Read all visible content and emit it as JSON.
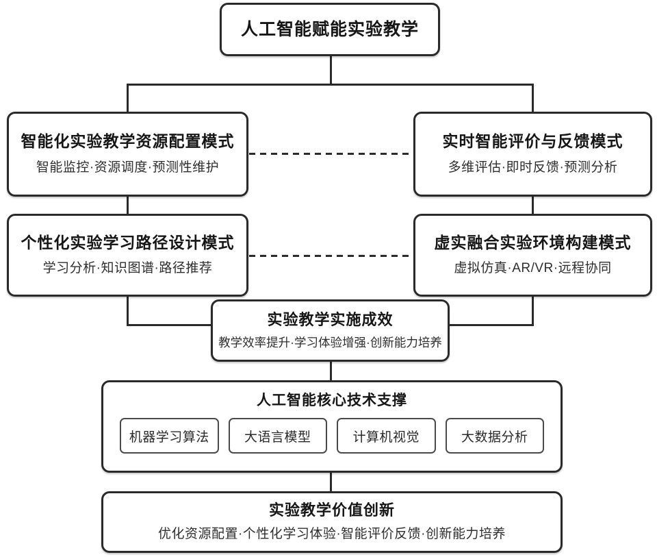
{
  "colors": {
    "line": "#2a2a2a",
    "border": "#2a2a2a",
    "chip_border": "#4a4a4a",
    "title_text": "#161616",
    "subtitle_text": "#2e2e2e",
    "background": "#ffffff"
  },
  "root": {
    "title": "人工智能赋能实验教学"
  },
  "modes": [
    {
      "title": "智能化实验教学资源配置模式",
      "subtitle": "智能监控·资源调度·预测性维护"
    },
    {
      "title": "实时智能评价与反馈模式",
      "subtitle": "多维评估·即时反馈·预测分析"
    },
    {
      "title": "个性化实验学习路径设计模式",
      "subtitle": "学习分析·知识图谱·路径推荐"
    },
    {
      "title": "虚实融合实验环境构建模式",
      "subtitle": "虚拟仿真·AR/VR·远程协同"
    }
  ],
  "outcome": {
    "title": "实验教学实施成效",
    "subtitle": "教学效率提升·学习体验增强·创新能力培养"
  },
  "tech_support": {
    "title": "人工智能核心技术支撑",
    "items": [
      "机器学习算法",
      "大语言模型",
      "计算机视觉",
      "大数据分析"
    ]
  },
  "value": {
    "title": "实验教学价值创新",
    "subtitle": "优化资源配置·个性化学习体验·智能评价反馈·创新能力培养"
  }
}
